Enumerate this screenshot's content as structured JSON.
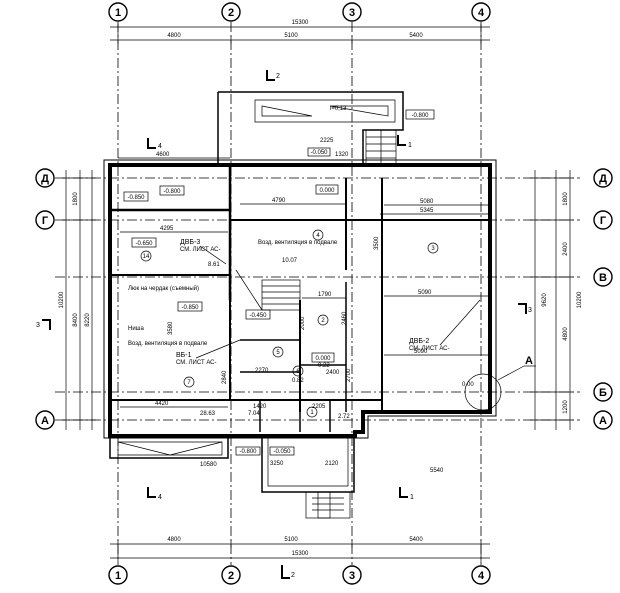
{
  "axes": {
    "vertical": [
      "1",
      "2",
      "3",
      "4"
    ],
    "horizontal": [
      "Д",
      "Г",
      "В",
      "Б",
      "А"
    ]
  },
  "dims": {
    "top_total": "15300",
    "top_spans": [
      "4800",
      "5100",
      "5400"
    ],
    "bottom_total": "15300",
    "bottom_spans": [
      "4800",
      "5100",
      "5400"
    ],
    "left_total": "10200",
    "left_inner": "8400",
    "left_1800": "1800",
    "left_8220": "8220",
    "right_total": "10200",
    "right_spans": [
      "1800",
      "2400",
      "4800",
      "1200"
    ],
    "right_9620": "9620",
    "sub_4600": "4600",
    "sub_10580": "10580",
    "sub_3250": "3250",
    "sub_2120": "2120",
    "sub_5540": "5540"
  },
  "section_marks": {
    "top_2": "2",
    "bottom_2": "2",
    "right_1_top": "1",
    "left_4_top": "4",
    "left_4_bot": "4",
    "right_1_bot": "1",
    "left_3": "3",
    "right_3": "3",
    "detail_a": "А"
  },
  "elevations": {
    "top_step": "-0.800",
    "upper_left": "-0.850",
    "upper_left2": "-0.800",
    "room14": "-0.650",
    "center1": "0.000",
    "center2": "-0.450",
    "center3": "0.000",
    "left_stair": "-0.850",
    "porch": "-0.050",
    "bottom_left": "-0.800",
    "bottom_mid": "-0.050",
    "right_det": "0.00"
  },
  "rooms": [
    "14",
    "4",
    "3",
    "7",
    "5",
    "2",
    "1",
    "6"
  ],
  "labels": {
    "ramp": "i=0,13",
    "dvb3": "ДВБ-3",
    "dvb2": "ДВБ-2",
    "dvb1": "ВБ-1",
    "ref": "СМ. ЛИСТ АС-",
    "note1": "Возд. вентиляция в подвале",
    "note2": "Люк на чердак (съемный)",
    "note3": "Ниша",
    "note4": "Возд. вентиляция в подвале",
    "area14": "8.61",
    "area4": "10.07",
    "area_n1": "0.22",
    "area_n2": "0.82",
    "area_n3": "28.63",
    "area_n4": "7.04",
    "area_n5": "2.72"
  },
  "inner_dims": [
    "4295",
    "4790",
    "5090",
    "5080",
    "5345",
    "4420",
    "2270",
    "2400",
    "1790",
    "2225",
    "1320",
    "2205",
    "1420",
    "3500",
    "2000",
    "2460",
    "2840",
    "3580",
    "2700"
  ]
}
